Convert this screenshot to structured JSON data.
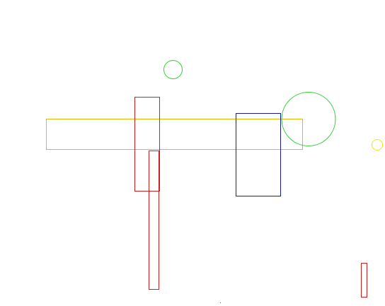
{
  "canvas": {
    "background": "#ffffff"
  },
  "shapes": [
    {
      "name": "yellow-wide-rectangle",
      "kind": "rect",
      "color": "#e6b800"
    },
    {
      "name": "red-upper-rectangle",
      "kind": "rect",
      "color": "#cc2222"
    },
    {
      "name": "red-tall-narrow-rectangle",
      "kind": "rect",
      "color": "#cc2222"
    },
    {
      "name": "blue-rectangle",
      "kind": "rect",
      "color": "#1a1aa6"
    },
    {
      "name": "red-small-bottom-right-rectangle",
      "kind": "rect",
      "color": "#cc2222"
    },
    {
      "name": "green-small-circle",
      "kind": "circle",
      "color": "#33cc33"
    },
    {
      "name": "green-large-circle",
      "kind": "circle",
      "color": "#33cc33"
    },
    {
      "name": "yellow-small-circle",
      "kind": "circle",
      "color": "#f0e020"
    },
    {
      "name": "red-tiny-dot",
      "kind": "dot",
      "color": "#cc2222"
    }
  ]
}
